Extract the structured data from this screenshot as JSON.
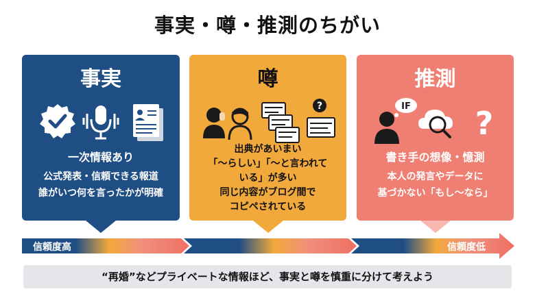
{
  "title": "事実・噂・推測のちがい",
  "cards": {
    "fact": {
      "heading": "事実",
      "lines": [
        "一次情報あり",
        "公式発表・信頼できる報道",
        "誰がいつ何を言ったかが明確"
      ],
      "icons": [
        "verified-badge-icon",
        "microphone-icon",
        "document-icon"
      ],
      "color": "#1f4e85"
    },
    "rumor": {
      "heading": "噂",
      "lines": [
        "出典があいまい",
        "「〜らしい」「〜と言われて",
        "いる」が多い",
        "同じ内容がブログ間で",
        "コピペされている"
      ],
      "icons": [
        "whispering-people-icon",
        "copied-pages-icon",
        "question-page-icon"
      ],
      "color": "#f2a93c"
    },
    "guess": {
      "heading": "推測",
      "lines": [
        "書き手の想像・憶測",
        "本人の発言やデータに",
        "基づかない「もし〜なら」"
      ],
      "icons": [
        "thinking-person-icon",
        "search-cloud-icon",
        "question-mark-icon"
      ],
      "icon_text": "IF",
      "color": "#ef7f73"
    }
  },
  "scale": {
    "left_label": "信頼度高",
    "right_label": "信頼度低"
  },
  "note": "“再婚”などプライベートな情報ほど、事実と噂を慎重に分けて考えよう"
}
